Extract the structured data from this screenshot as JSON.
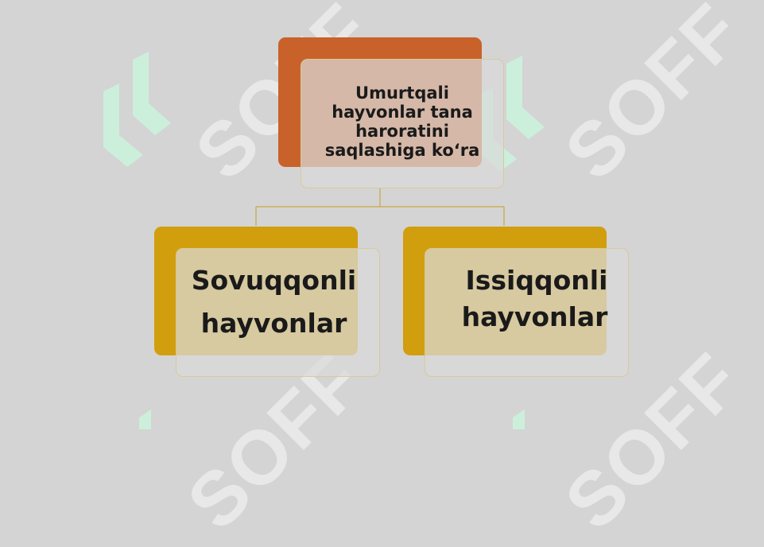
{
  "root": {
    "label": "Umurtqali hayvonlar tana haroratini saqlashiga ko‘ra"
  },
  "children": [
    {
      "label": "Sovuqqonli\nhayvonlar"
    },
    {
      "label": "Issiqqonli\nhayvonlar"
    }
  ],
  "watermark": {
    "text": "SOFF"
  },
  "colors": {
    "root_back": "#c8622a",
    "child_back": "#d19e0e",
    "connector": "#ccb05a",
    "watermark_logo": "#c9f0dd"
  }
}
